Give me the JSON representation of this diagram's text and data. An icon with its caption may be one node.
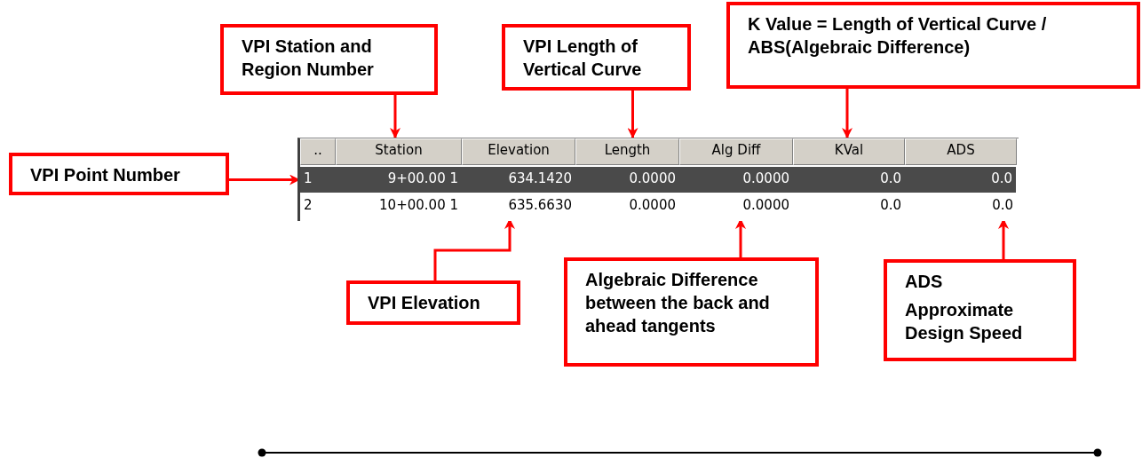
{
  "diagram": {
    "nodes": [
      {
        "text": [
          "VPI Station and Region Number"
        ]
      },
      {
        "text": [
          "VPI Length of Vertical Curve"
        ]
      },
      {
        "text": [
          "K Value = Length of Vertical Curve / ABS(Algebraic Difference)"
        ]
      },
      {
        "text": [
          "VPI Point Number"
        ]
      },
      {
        "text": [],
        "shape": "box"
      },
      {
        "text": [
          ".."
        ],
        "in": 4
      },
      {
        "text": [
          "Station"
        ],
        "in": 4
      },
      {
        "text": [
          "Elevation"
        ],
        "in": 4
      },
      {
        "text": [
          "Length"
        ],
        "in": 4
      },
      {
        "text": [
          "Alg Diff"
        ],
        "in": 4
      },
      {
        "text": [
          "KVal"
        ],
        "in": 4
      },
      {
        "text": [
          "ADS"
        ],
        "in": 4
      },
      {
        "text": [
          "1"
        ],
        "in": 4
      },
      {
        "text": [
          "9+00.00 1"
        ],
        "in": 4
      },
      {
        "text": [
          "634.1420"
        ],
        "in": 4
      },
      {
        "text": [
          "0.0000"
        ],
        "in": 4
      },
      {
        "text": [
          "0.0000"
        ],
        "in": 4
      },
      {
        "text": [
          "0.0"
        ],
        "in": 4
      },
      {
        "text": [
          "0.0"
        ],
        "in": 4
      },
      {
        "text": [
          "2"
        ],
        "in": 4
      },
      {
        "text": [
          "10+00.00 1"
        ],
        "in": 4
      },
      {
        "text": [
          "635.6630"
        ],
        "in": 4
      },
      {
        "text": [
          "0.0000"
        ],
        "in": 4
      },
      {
        "text": [
          "0.0000"
        ],
        "in": 4
      },
      {
        "text": [
          "0.0"
        ],
        "in": 4
      },
      {
        "text": [
          "0.0"
        ],
        "in": 4
      },
      {
        "text": [
          "VPI Elevation"
        ]
      },
      {
        "text": [
          "Algebraic Difference between the back and ahead tangents"
        ]
      },
      {
        "text": [
          "ADS",
          "Approximate Design Speed"
        ]
      }
    ],
    "edges": [
      {
        "from": 0,
        "to": 6,
        "arrow": "to"
      },
      {
        "from": 1,
        "to": 8,
        "arrow": "to"
      },
      {
        "from": 2,
        "to": 10,
        "arrow": "to"
      },
      {
        "from": 3,
        "to": 12,
        "arrow": "to"
      },
      {
        "from": 26,
        "to": 21,
        "arrow": "to"
      },
      {
        "from": 27,
        "to": 23,
        "arrow": "to"
      },
      {
        "from": 28,
        "to": 25,
        "arrow": "to"
      }
    ]
  }
}
